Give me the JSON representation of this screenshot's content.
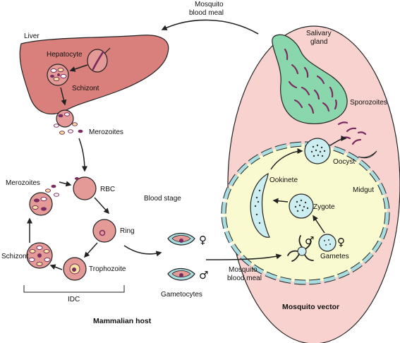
{
  "labels": {
    "top_meal": [
      "Mosquito",
      "blood meal"
    ],
    "liver": "Liver",
    "hepatocyte": "Hepatocyte",
    "schizont_liver": "Schizont",
    "merozoites_liver": "Merozoites",
    "merozoites_blood": "Merozoites",
    "rbc": "RBC",
    "blood_stage": "Blood stage",
    "ring": "Ring",
    "trophozoite": "Trophozoite",
    "schizont_blood": "Schizont",
    "idc": "IDC",
    "gametocytes": "Gametocytes",
    "female_symbol": "♀",
    "male_symbol": "♂",
    "bottom_meal": [
      "Mosquito",
      "blood meal"
    ],
    "mammalian_host": "Mammalian host",
    "mosquito_vector": "Mosquito vector",
    "salivary_gland": [
      "Salivary",
      "gland"
    ],
    "sporozoites": "Sporozoites",
    "oocyst": "Oocyst",
    "ookinete": "Ookinete",
    "midgut": "Midgut",
    "zygote": "Zygote",
    "gametes": "Gametes",
    "gametes_female_symbol": "♀",
    "gametes_male_symbol": "♂"
  },
  "colors": {
    "liver_fill": "#d9807c",
    "cell_fill": "#e49a96",
    "mosquito_fill": "#f8d2cf",
    "midgut_fill": "#fafad0",
    "midgut_segment": "#a9dde0",
    "salivary_fill": "#8ad6ad",
    "oocyst_fill": "#cdeef0",
    "parasite_dark": "#7a2c60"
  }
}
